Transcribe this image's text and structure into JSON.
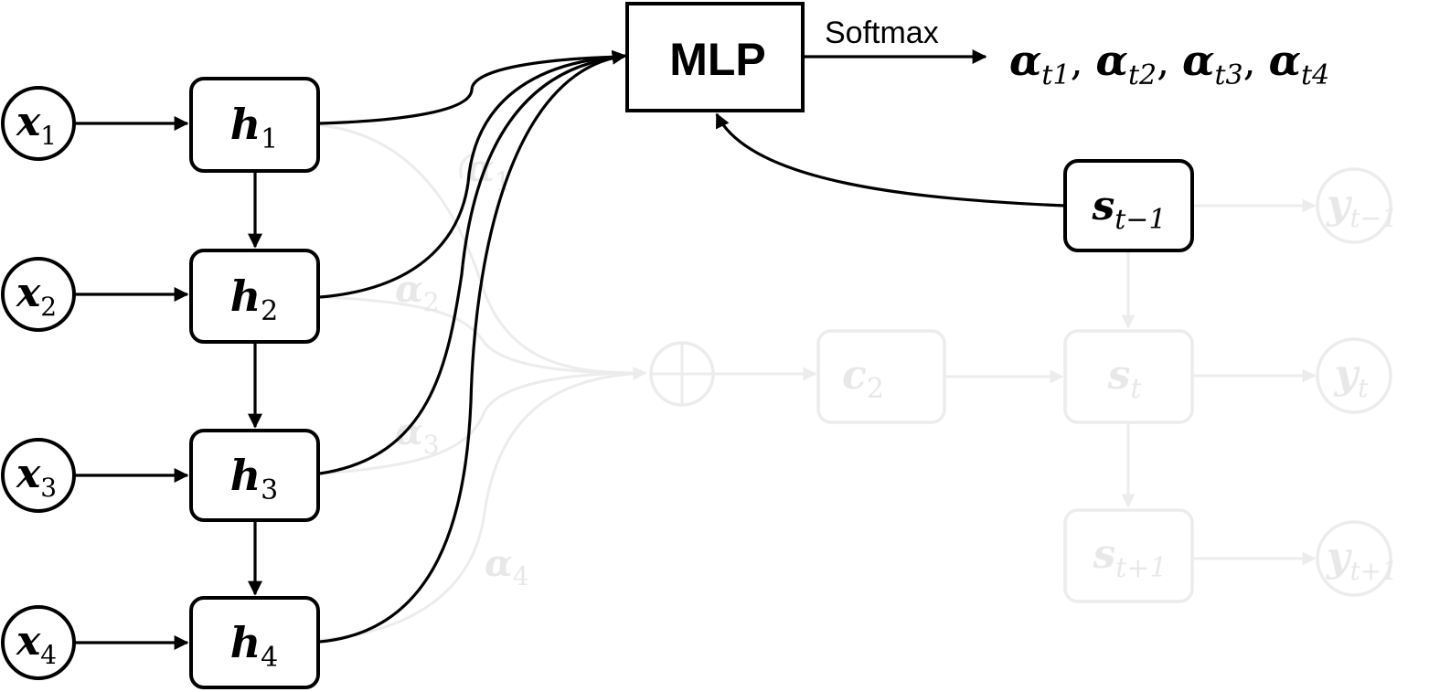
{
  "inputs": [
    {
      "base": "x",
      "sub": "1"
    },
    {
      "base": "x",
      "sub": "2"
    },
    {
      "base": "x",
      "sub": "3"
    },
    {
      "base": "x",
      "sub": "4"
    }
  ],
  "hidden_states": [
    {
      "base": "h",
      "sub": "1"
    },
    {
      "base": "h",
      "sub": "2"
    },
    {
      "base": "h",
      "sub": "3"
    },
    {
      "base": "h",
      "sub": "4"
    }
  ],
  "mlp": {
    "label": "MLP"
  },
  "softmax_label": "Softmax",
  "attention_output": [
    {
      "base": "α",
      "sub": "t1"
    },
    {
      "base": "α",
      "sub": "t2"
    },
    {
      "base": "α",
      "sub": "t3"
    },
    {
      "base": "α",
      "sub": "t4"
    }
  ],
  "decoder_prev": {
    "base": "s",
    "sub": "t−1"
  },
  "faded": {
    "weights": [
      {
        "base": "α",
        "sub": "1"
      },
      {
        "base": "α",
        "sub": "2"
      },
      {
        "base": "α",
        "sub": "3"
      },
      {
        "base": "α",
        "sub": "4"
      }
    ],
    "context": {
      "base": "c",
      "sub": "2"
    },
    "decoder_states": [
      {
        "base": "s",
        "sub": "t"
      },
      {
        "base": "s",
        "sub": "t+1"
      }
    ],
    "outputs": [
      {
        "base": "y",
        "sub": "t−1"
      },
      {
        "base": "y",
        "sub": "t"
      },
      {
        "base": "y",
        "sub": "t+1"
      }
    ]
  }
}
